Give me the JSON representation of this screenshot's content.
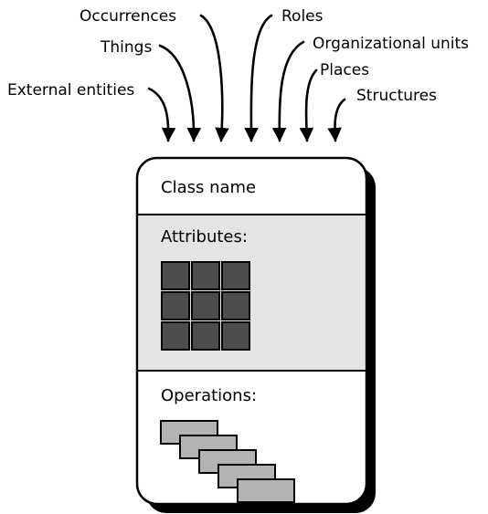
{
  "diagram": {
    "title": "",
    "inputs": [
      {
        "label": "External entities"
      },
      {
        "label": "Things"
      },
      {
        "label": "Occurrences"
      },
      {
        "label": "Roles"
      },
      {
        "label": "Organizational units"
      },
      {
        "label": "Places"
      },
      {
        "label": "Structures"
      }
    ],
    "class_box": {
      "name_label": "Class name",
      "attributes_label": "Attributes:",
      "operations_label": "Operations:"
    },
    "colors": {
      "attributes_background": "#e4e4e4",
      "attribute_cell": "#4d4d4d",
      "operation_bar": "#b3b3b3",
      "outline": "#000000",
      "shadow": "#000000"
    },
    "attribute_grid": {
      "rows": 3,
      "cols": 3
    },
    "operation_bar_count": 5
  }
}
